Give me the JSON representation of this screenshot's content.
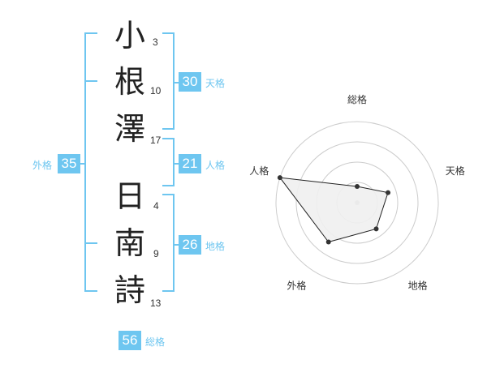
{
  "name": {
    "chars": [
      {
        "char": "小",
        "strokes": "3"
      },
      {
        "char": "根",
        "strokes": "10"
      },
      {
        "char": "澤",
        "strokes": "17"
      },
      {
        "char": "日",
        "strokes": "4"
      },
      {
        "char": "南",
        "strokes": "9"
      },
      {
        "char": "詩",
        "strokes": "13"
      }
    ]
  },
  "fortune": {
    "tenkaku": {
      "value": "30",
      "label": "天格"
    },
    "jinkaku": {
      "value": "21",
      "label": "人格"
    },
    "chikaku": {
      "value": "26",
      "label": "地格"
    },
    "gaikaku": {
      "value": "35",
      "label": "外格"
    },
    "soukaku": {
      "value": "56",
      "label": "総格"
    }
  },
  "colors": {
    "accent": "#6ec6f0",
    "text": "#222222",
    "grid": "#cccccc",
    "fill": "#f0f0f0"
  },
  "chart_data": {
    "type": "radar",
    "axes": [
      "総格",
      "天格",
      "地格",
      "外格",
      "人格"
    ],
    "values": [
      1,
      2,
      2,
      3,
      5
    ],
    "max": 5,
    "rings": 4
  }
}
